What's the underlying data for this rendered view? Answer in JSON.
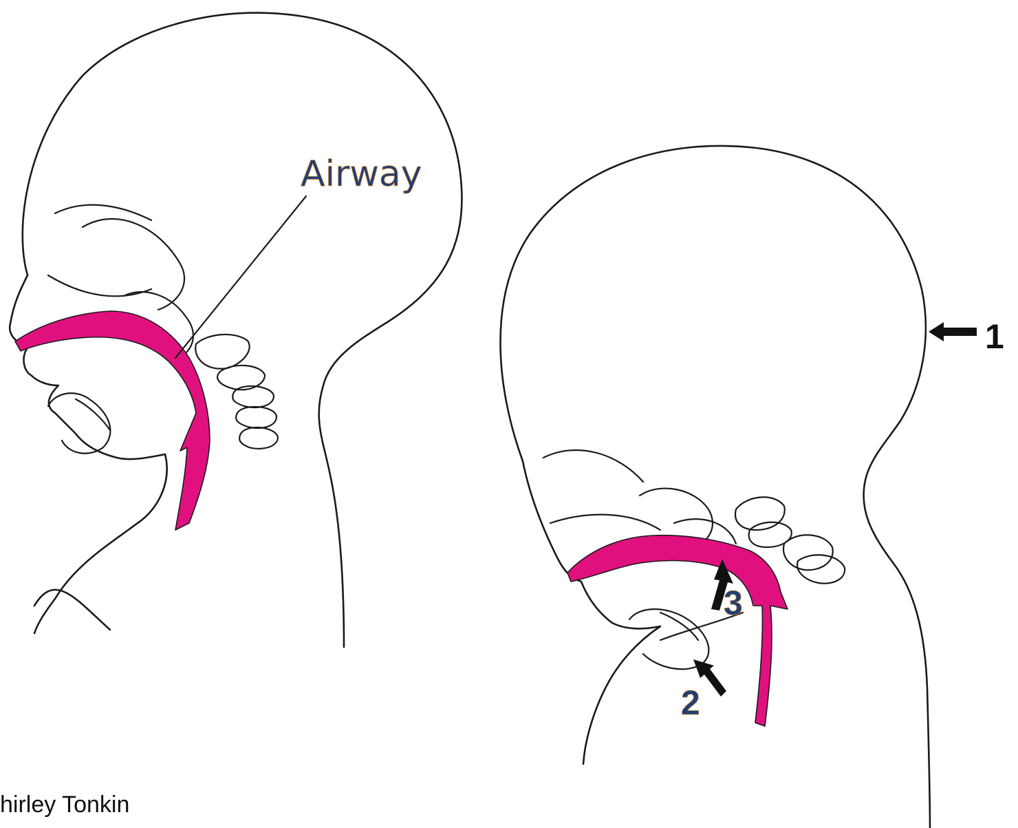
{
  "colors": {
    "airway": "#e0117f",
    "outline": "#1a1a1a",
    "label_blue": "#1f3d7a",
    "arrow": "#111111"
  },
  "labels": {
    "airway": "Airway",
    "one": "1",
    "two": "2",
    "three": "3"
  },
  "credit": "hirley Tonkin"
}
